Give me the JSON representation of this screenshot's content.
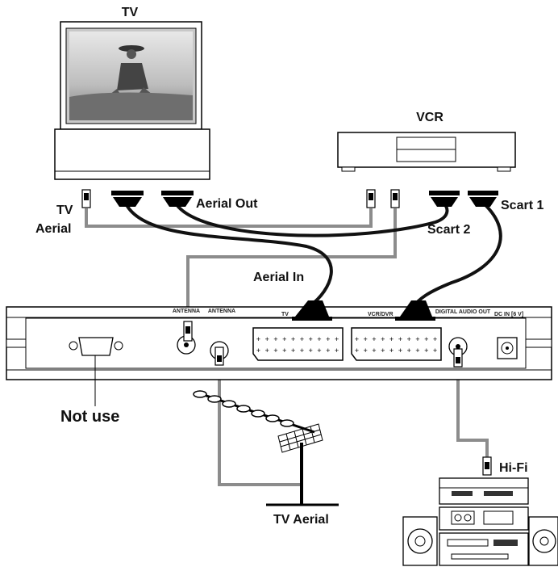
{
  "labels": {
    "tv": "TV",
    "vcr": "VCR",
    "tv_aerial_top": "TV",
    "tv_aerial_bottom": "Aerial",
    "aerial_out": "Aerial Out",
    "scart1": "Scart 1",
    "scart2": "Scart 2",
    "aerial_in": "Aerial In",
    "not_use": "Not use",
    "hifi": "Hi-Fi",
    "tv_aerial_antenna": "TV Aerial"
  },
  "panel": {
    "tv_socket": "TV",
    "vcr_socket": "VCR/DVR",
    "dc_in": "DC IN [6 V]"
  },
  "colors": {
    "cable_grey": "#8c8c8c",
    "cable_black": "#111111",
    "outline": "#000000"
  }
}
